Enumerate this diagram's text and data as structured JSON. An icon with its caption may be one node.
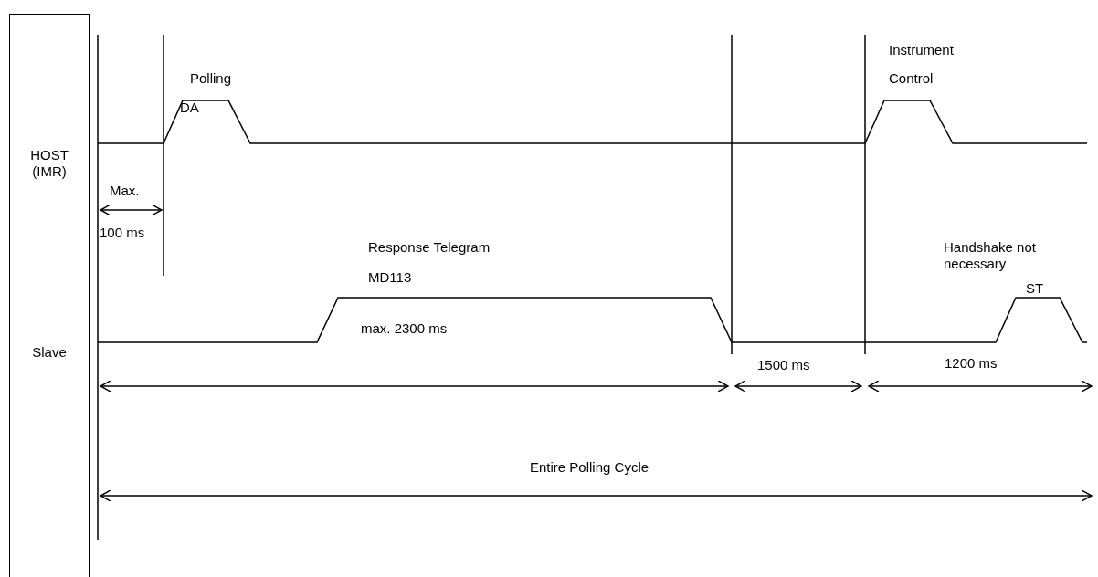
{
  "diagram": {
    "nodes": [
      {
        "text": [
          "HOST (IMR)",
          "Slave"
        ]
      }
    ],
    "labels": [
      "Polling",
      "DA",
      "Instrument",
      "Control",
      "Max.",
      "100 ms",
      "Response Telegram",
      "Handshake not necessary",
      "MD113",
      "ST",
      "max. 2300 ms",
      "1500 ms",
      "1200 ms",
      "Entire Polling Cycle"
    ]
  }
}
